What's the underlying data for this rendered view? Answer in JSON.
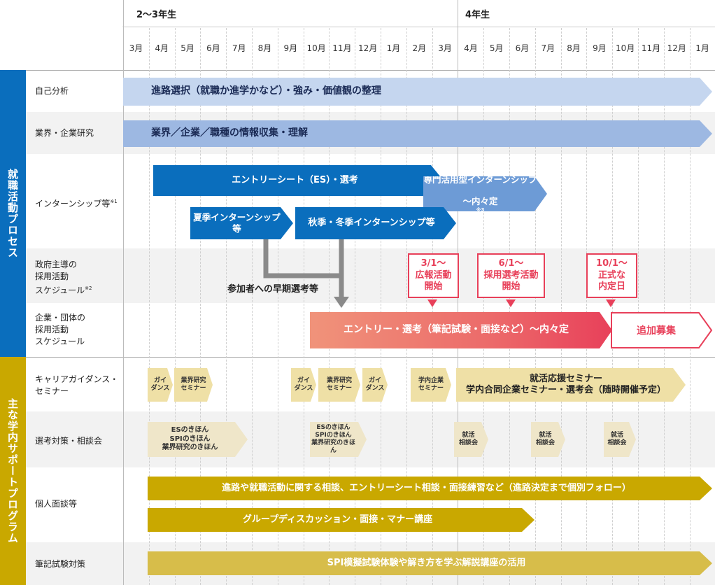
{
  "periods": [
    "2～3年生",
    "4年生"
  ],
  "months": [
    "3月",
    "4月",
    "5月",
    "6月",
    "7月",
    "8月",
    "9月",
    "10月",
    "11月",
    "12月",
    "1月",
    "2月",
    "3月",
    "4月",
    "5月",
    "6月",
    "7月",
    "8月",
    "9月",
    "10月",
    "11月",
    "12月",
    "1月"
  ],
  "sections": {
    "process": "就職活動プロセス",
    "support": "主な学内サポートプログラム"
  },
  "rows": {
    "self_analysis": "自己分析",
    "industry_research": "業界・企業研究",
    "internship": "インターンシップ等",
    "internship_note": "※1",
    "gov_schedule": [
      "政府主導の",
      "採用活動",
      "スケジュール"
    ],
    "gov_note": "※2",
    "company_schedule": [
      "企業・団体の",
      "採用活動",
      "スケジュール"
    ],
    "career_guidance": [
      "キャリアガイダンス・",
      "セミナー"
    ],
    "selection_support": "選考対策・相談会",
    "interview": "個人面談等",
    "written_test": "筆記試験対策"
  },
  "bars": {
    "self_analysis": "進路選択（就職か進学かなど）・強み・価値観の整理",
    "industry_research": "業界／企業／職種の情報収集・理解",
    "entry_sheet": "エントリーシート（ES）・選考",
    "specialized_internship": [
      "専門活用型インターンシップ",
      "～内々定"
    ],
    "specialized_note": "※3",
    "summer_internship": "夏季インターンシップ等",
    "autumn_winter_internship": "秋季・冬季インターンシップ等",
    "early_selection": "参加者への早期選考等",
    "entry_selection": "エントリー・選考（筆記試験・面接など）～内々定",
    "additional_recruit": "追加募集",
    "interview_main": "進路や就職活動に関する相談、エントリーシート相談・面接練習など（進路決定まで個別フォロー）",
    "group_discussion": "グループディスカッション・面接・マナー講座",
    "spi": "SPI模擬試験体験や解き方を学ぶ解説講座の活用"
  },
  "callouts": {
    "pr_start": [
      "3/1～",
      "広報活動",
      "開始"
    ],
    "selection_start": [
      "6/1～",
      "採用選考活動",
      "開始"
    ],
    "official_offer": [
      "10/1～",
      "正式な",
      "内定日"
    ]
  },
  "guidance": {
    "guidance1": [
      "ガイ",
      "ダンス"
    ],
    "industry_seminar1": [
      "業界研究",
      "セミナー"
    ],
    "guidance2": [
      "ガイ",
      "ダンス"
    ],
    "industry_seminar2": [
      "業界研究",
      "セミナー"
    ],
    "guidance3": [
      "ガイ",
      "ダンス"
    ],
    "campus_seminar": [
      "学内企業",
      "セミナー"
    ],
    "job_support_seminar": [
      "就活応援セミナー",
      "学内合同企業セミナー・選考会（随時開催予定）"
    ]
  },
  "selection": {
    "es_basics1": [
      "ESのきほん",
      "SPIのきほん",
      "業界研究のきほん"
    ],
    "es_basics2": [
      "ESのきほん",
      "SPIのきほん",
      "業界研究のきほん"
    ],
    "consult1": [
      "就活",
      "相談会"
    ],
    "consult2": [
      "就活",
      "相談会"
    ],
    "consult3": [
      "就活",
      "相談会"
    ]
  },
  "colors": {
    "blue_dark": "#0a6ebd",
    "blue_light": "#c5d6ef",
    "blue_mid": "#9db8e2",
    "pink": "#e8405a",
    "gold": "#c9a800",
    "gold_light": "#efe0a6",
    "beige": "#efe6c9",
    "gray": "#8a8a8a"
  }
}
